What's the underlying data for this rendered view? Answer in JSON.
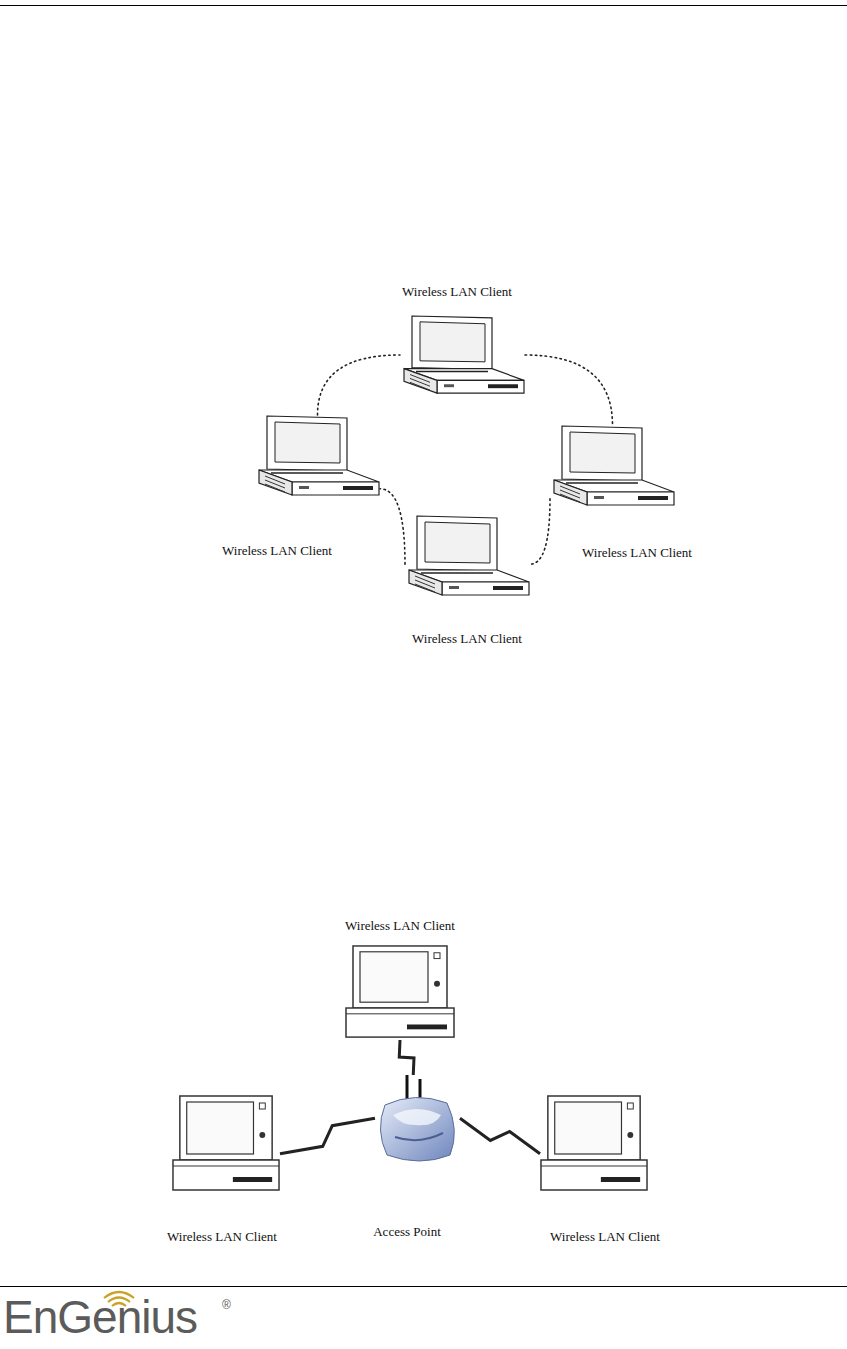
{
  "diagram": {
    "nodes": [
      {
        "text": [
          "Wireless LAN Client"
        ]
      },
      {
        "text": [
          "Wireless LAN Client"
        ]
      },
      {
        "text": [
          "Wireless LAN Client"
        ]
      },
      {
        "text": [
          "Wireless LAN Client"
        ]
      },
      {
        "text": [
          "Wireless LAN Client"
        ]
      },
      {
        "text": [
          "Wireless LAN Client"
        ]
      },
      {
        "text": [
          "Access Point"
        ]
      },
      {
        "text": [
          "Wireless LAN Client"
        ]
      }
    ],
    "edges": [
      {
        "from": 0,
        "to": 2,
        "arrow": "none"
      },
      {
        "from": 2,
        "to": 3,
        "arrow": "none"
      },
      {
        "from": 3,
        "to": 1,
        "arrow": "none"
      },
      {
        "from": 1,
        "to": 0,
        "arrow": "none"
      },
      {
        "from": 5,
        "to": 6,
        "arrow": "none"
      },
      {
        "from": 4,
        "to": 6,
        "arrow": "none"
      },
      {
        "from": 6,
        "to": 7,
        "arrow": "none"
      }
    ],
    "labels": [
      "EnGenius",
      "®"
    ]
  }
}
